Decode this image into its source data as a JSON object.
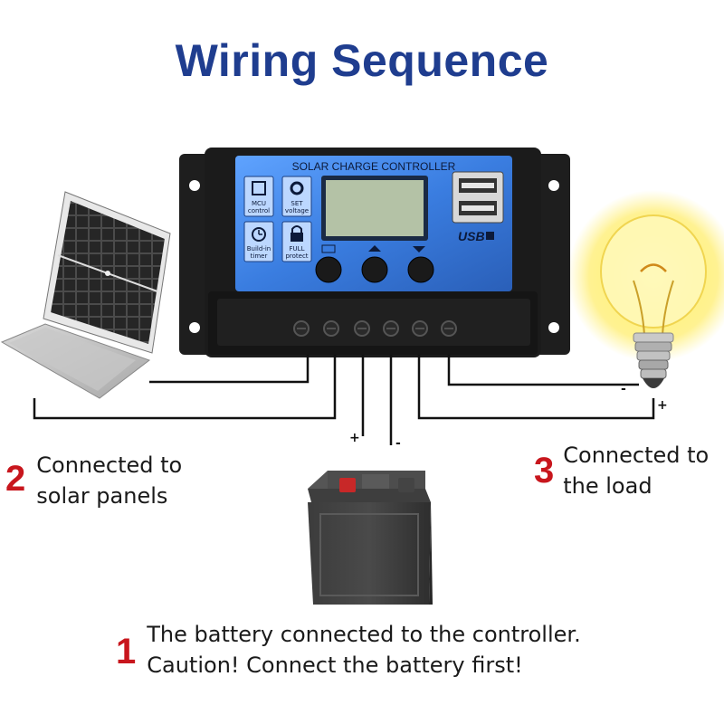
{
  "title": "Wiring Sequence",
  "controller": {
    "label": "SOLAR CHARGE CONTROLLER",
    "usb_label": "USB",
    "icons": [
      {
        "name": "mcu-icon",
        "label": "MCU control"
      },
      {
        "name": "gear-icon",
        "label": "SET voltage"
      },
      {
        "name": "clock-icon",
        "label": "Build-in timer"
      },
      {
        "name": "lock-icon",
        "label": "FULL protect"
      }
    ]
  },
  "polarity": {
    "battery_plus": "+",
    "battery_minus": "-",
    "load_minus": "-",
    "load_plus": "+"
  },
  "steps": {
    "step1": {
      "number": "1",
      "line1": "The battery connected to the controller.",
      "line2": "Caution! Connect the battery first!"
    },
    "step2": {
      "number": "2",
      "line1": "Connected to",
      "line2": "solar panels"
    },
    "step3": {
      "number": "3",
      "line1": "Connected to",
      "line2": "the load"
    }
  },
  "colors": {
    "title": "#1f3d8f",
    "step_number": "#c8161d",
    "panel_blue": "#3d7fd8"
  }
}
